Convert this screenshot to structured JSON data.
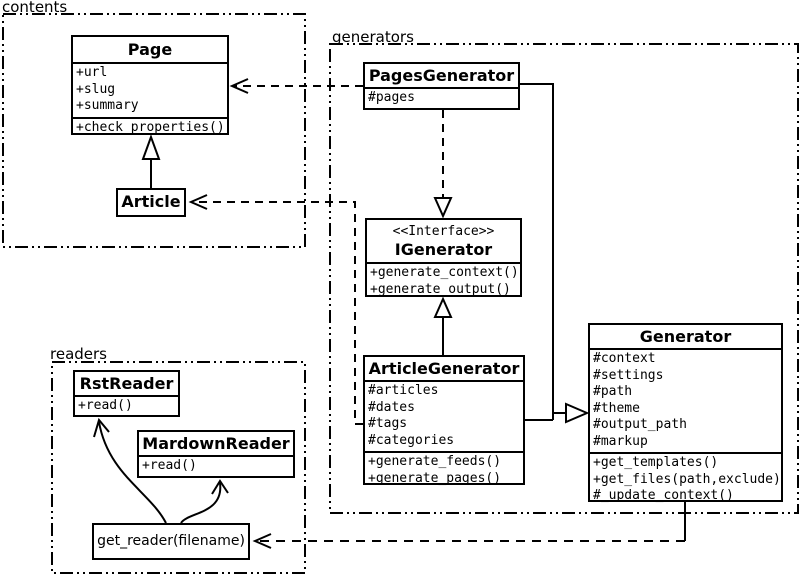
{
  "packages": {
    "contents": {
      "label": "contents"
    },
    "generators": {
      "label": "generators"
    },
    "readers": {
      "label": "readers"
    }
  },
  "classes": {
    "page": {
      "name": "Page",
      "attributes": [
        "+url",
        "+slug",
        "+summary"
      ],
      "methods": [
        "+check_properties()"
      ]
    },
    "article": {
      "name": "Article"
    },
    "pages_generator": {
      "name": "PagesGenerator",
      "attributes": [
        "#pages"
      ]
    },
    "igenerator": {
      "stereotype": "<<Interface>>",
      "name": "IGenerator",
      "methods": [
        "+generate_context()",
        "+generate_output()"
      ]
    },
    "article_generator": {
      "name": "ArticleGenerator",
      "attributes": [
        "#articles",
        "#dates",
        "#tags",
        "#categories"
      ],
      "methods": [
        "+generate_feeds()",
        "+generate_pages()"
      ]
    },
    "generator": {
      "name": "Generator",
      "attributes": [
        "#context",
        "#settings",
        "#path",
        "#theme",
        "#output_path",
        "#markup"
      ],
      "methods": [
        "+get_templates()",
        "+get_files(path,exclude)",
        "#_update_context()"
      ]
    },
    "rst_reader": {
      "name": "RstReader",
      "methods": [
        "+read()"
      ]
    },
    "mardown_reader": {
      "name": "MardownReader",
      "methods": [
        "+read()"
      ]
    },
    "get_reader": {
      "label": "get_reader(filename)"
    }
  },
  "relations": [
    {
      "from": "PagesGenerator",
      "to": "Page",
      "type": "dashed-dependency"
    },
    {
      "from": "ArticleGenerator",
      "to": "Article",
      "type": "dashed-dependency"
    },
    {
      "from": "PagesGenerator",
      "to": "IGenerator",
      "type": "dashed-realization"
    },
    {
      "from": "ArticleGenerator",
      "to": "IGenerator",
      "type": "inheritance"
    },
    {
      "from": "PagesGenerator",
      "to": "Generator",
      "type": "inheritance"
    },
    {
      "from": "ArticleGenerator",
      "to": "Generator",
      "type": "inheritance"
    },
    {
      "from": "Article",
      "to": "Page",
      "type": "inheritance"
    },
    {
      "from": "Generator",
      "to": "get_reader(filename)",
      "type": "dashed-dependency"
    },
    {
      "from": "get_reader(filename)",
      "to": "RstReader",
      "type": "arrow"
    },
    {
      "from": "get_reader(filename)",
      "to": "MardownReader",
      "type": "arrow"
    }
  ],
  "colors": {
    "line": "#000000",
    "background": "#ffffff"
  }
}
